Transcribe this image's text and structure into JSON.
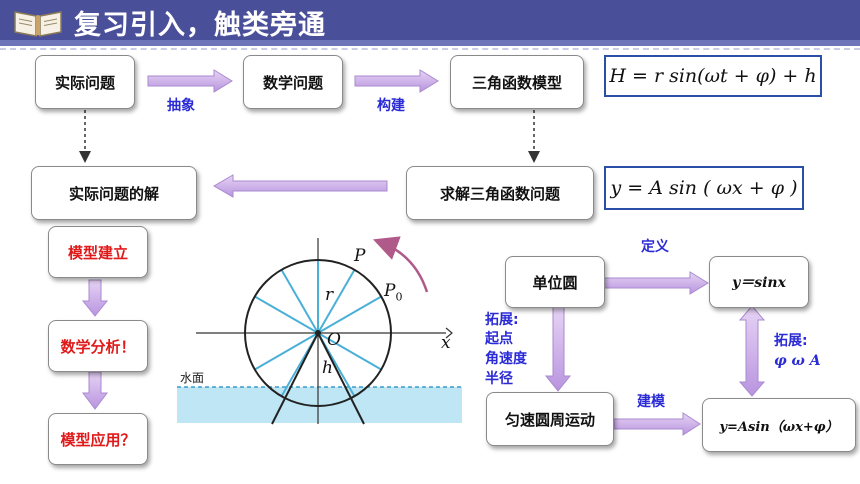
{
  "header": {
    "title": "复习引入，触类旁通"
  },
  "flow_top": {
    "box1": "实际问题",
    "box2": "数学问题",
    "box3": "三角函数模型",
    "box4": "求解三角函数问题",
    "box5": "实际问题的解",
    "label_abstract": "抽象",
    "label_construct": "构建",
    "formula1": "H = r sin(ωt + φ) + h",
    "formula2": "y = A sin ( ωx + φ )"
  },
  "left_steps": {
    "step1": "模型建立",
    "step2": "数学分析！",
    "step3": "模型应用？"
  },
  "wheel_figure": {
    "label_P": "P",
    "label_P0": "P",
    "label_P0_sub": "0",
    "label_r": "r",
    "label_O": "O",
    "label_h": "h",
    "label_x": "x",
    "label_water": "水面"
  },
  "right_flow": {
    "unit_circle": "单位圆",
    "ysinx": "y＝sinx",
    "label_define": "定义",
    "expand_left_1": "拓展:",
    "expand_left_2": "起点",
    "expand_left_3": "角速度",
    "expand_left_4": "半径",
    "circular_motion": "匀速圆周运动",
    "label_model": "建模",
    "yAsin": "y=Asin（ωx+φ）",
    "expand_right_1": "拓展:",
    "expand_right_2": "φ ω A"
  },
  "colors": {
    "header": "#4a4f9a",
    "accent_blue": "#2b2bd6",
    "arrow_purple": "#c9a8e6",
    "red_text": "#e01a1a",
    "water": "#bfe6f5"
  }
}
